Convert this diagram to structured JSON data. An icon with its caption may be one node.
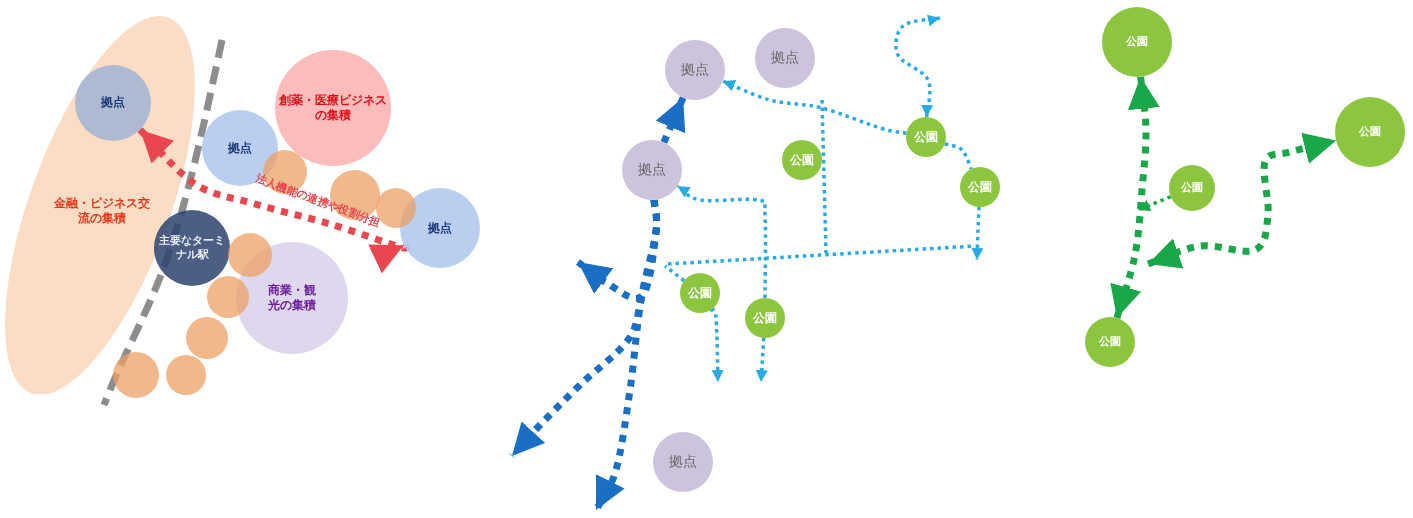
{
  "diagram": {
    "nodes": [
      {
        "text": [
          "金融・ビジネス交流の集積"
        ]
      },
      {
        "text": [
          "拠点"
        ],
        "in": 0
      },
      {
        "text": [
          "拠点"
        ]
      },
      {
        "text": [
          "創薬・医療ビジネスの集積"
        ]
      },
      {
        "text": [
          "拠点"
        ]
      },
      {
        "text": [
          "主要なターミナル駅"
        ]
      },
      {
        "text": [
          "商業・観光の集積"
        ]
      },
      {
        "text": [],
        "shape": "circle"
      },
      {
        "text": [],
        "shape": "circle"
      },
      {
        "text": [],
        "shape": "circle"
      },
      {
        "text": [],
        "shape": "circle"
      },
      {
        "text": [],
        "shape": "circle"
      },
      {
        "text": [],
        "shape": "circle"
      },
      {
        "text": [],
        "shape": "circle"
      },
      {
        "text": [],
        "shape": "circle"
      },
      {
        "text": [
          "拠点"
        ]
      },
      {
        "text": [
          "拠点"
        ]
      },
      {
        "text": [
          "拠点"
        ]
      },
      {
        "text": [
          "公園"
        ]
      },
      {
        "text": [
          "公園"
        ]
      },
      {
        "text": [
          "公園"
        ]
      },
      {
        "text": [
          "公園"
        ]
      },
      {
        "text": [
          "公園"
        ]
      },
      {
        "text": [
          "拠点"
        ]
      },
      {
        "text": [
          "公園"
        ]
      },
      {
        "text": [
          "公園"
        ]
      },
      {
        "text": [
          "公園"
        ]
      },
      {
        "text": [
          "公園"
        ]
      }
    ],
    "edges": [
      {
        "from": 1,
        "to": 4,
        "arrow": "both",
        "label": "法人機能の連携や役割分担",
        "style": "dashed",
        "color": "#e8474f"
      },
      {
        "from": 17,
        "to": 15,
        "arrow": "to",
        "style": "dashed",
        "color": "#1a6fc4"
      },
      {
        "from": 17,
        "to": null,
        "arrow": "to",
        "style": "dashed",
        "color": "#1a6fc4"
      },
      {
        "from": 17,
        "to": null,
        "arrow": "to",
        "style": "dashed",
        "color": "#1a6fc4"
      },
      {
        "from": 17,
        "to": null,
        "arrow": "to",
        "style": "dashed",
        "color": "#1a6fc4"
      },
      {
        "from": 19,
        "to": 15,
        "arrow": "to"
      },
      {
        "from": 19,
        "to": 20,
        "arrow": "none"
      },
      {
        "from": 20,
        "to": null,
        "arrow": "to"
      },
      {
        "from": null,
        "to": 19,
        "arrow": "both"
      },
      {
        "from": 22,
        "to": 17,
        "arrow": "to"
      },
      {
        "from": 21,
        "to": null,
        "arrow": "to"
      },
      {
        "from": 22,
        "to": null,
        "arrow": "to"
      },
      {
        "from": 24,
        "to": 27,
        "arrow": "both",
        "style": "dashed",
        "color": "#1aa74a"
      },
      {
        "from": 26,
        "to": null,
        "arrow": "to",
        "color": "#1aa74a"
      },
      {
        "from": null,
        "to": 25,
        "arrow": "both",
        "style": "dashed",
        "color": "#1aa74a"
      },
      {
        "from": 21,
        "to": null,
        "arrow": "none"
      }
    ]
  }
}
